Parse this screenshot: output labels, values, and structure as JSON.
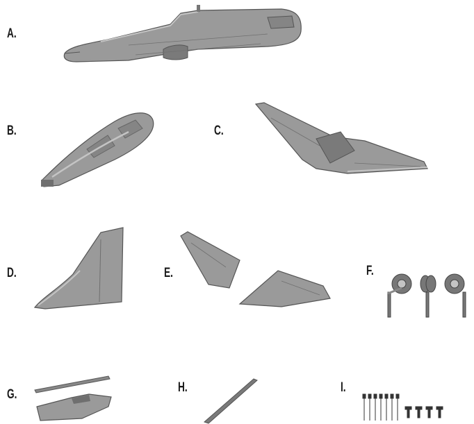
{
  "parts": [
    {
      "letter": "A.",
      "icon": "fuselage-icon"
    },
    {
      "letter": "B.",
      "icon": "canopy-icon"
    },
    {
      "letter": "C.",
      "icon": "main-wing-icon"
    },
    {
      "letter": "D.",
      "icon": "vertical-fin-icon"
    },
    {
      "letter": "E.",
      "icon": "horizontal-stabilizer-icon"
    },
    {
      "letter": "F.",
      "icon": "landing-gear-icon"
    },
    {
      "letter": "G.",
      "icon": "pushrod-and-cover-icon"
    },
    {
      "letter": "H.",
      "icon": "rod-icon"
    },
    {
      "letter": "I.",
      "icon": "screws-icon"
    }
  ],
  "colors": {
    "part_fill": "#9a9a9a",
    "part_dark": "#6f6f6f",
    "part_light": "#c4c4c4",
    "label": "#1a1a1a"
  }
}
